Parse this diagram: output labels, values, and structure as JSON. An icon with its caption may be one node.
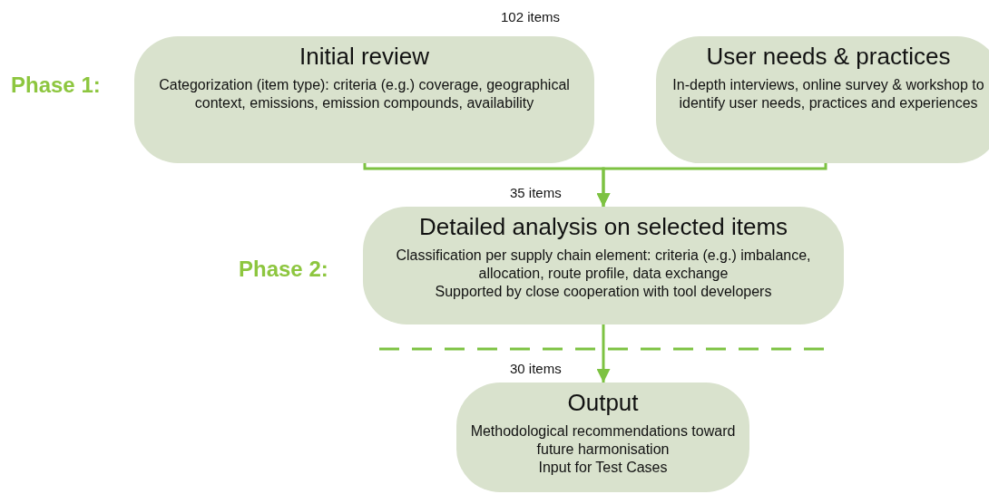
{
  "diagram": {
    "nodes": [
      {
        "text": [
          "Initial review",
          "Categorization (item type): criteria (e.g.) coverage, geographical context, emissions, emission compounds, availability"
        ],
        "beside": [
          "102 items"
        ]
      },
      {
        "text": [
          "User needs & practices",
          "In-depth interviews, online survey & workshop to identify user needs, practices and experiences"
        ]
      },
      {
        "text": [
          "Detailed analysis on selected items",
          "Classification per supply chain element: criteria (e.g.) imbalance, allocation, route profile, data exchange",
          "Supported by close cooperation with tool developers"
        ],
        "beside": [
          "35 items"
        ]
      },
      {
        "text": [
          "Output",
          "Methodological recommendations toward future harmonisation",
          "Input for Test Cases"
        ],
        "beside": [
          "30 items"
        ]
      }
    ],
    "edges": [
      {
        "from": 0,
        "to": 2,
        "arrow": "to"
      },
      {
        "from": 1,
        "to": 2,
        "arrow": "to"
      },
      {
        "from": 2,
        "to": 3,
        "arrow": "to"
      }
    ],
    "labels": [
      "Phase 1:",
      "Phase 2:"
    ]
  }
}
